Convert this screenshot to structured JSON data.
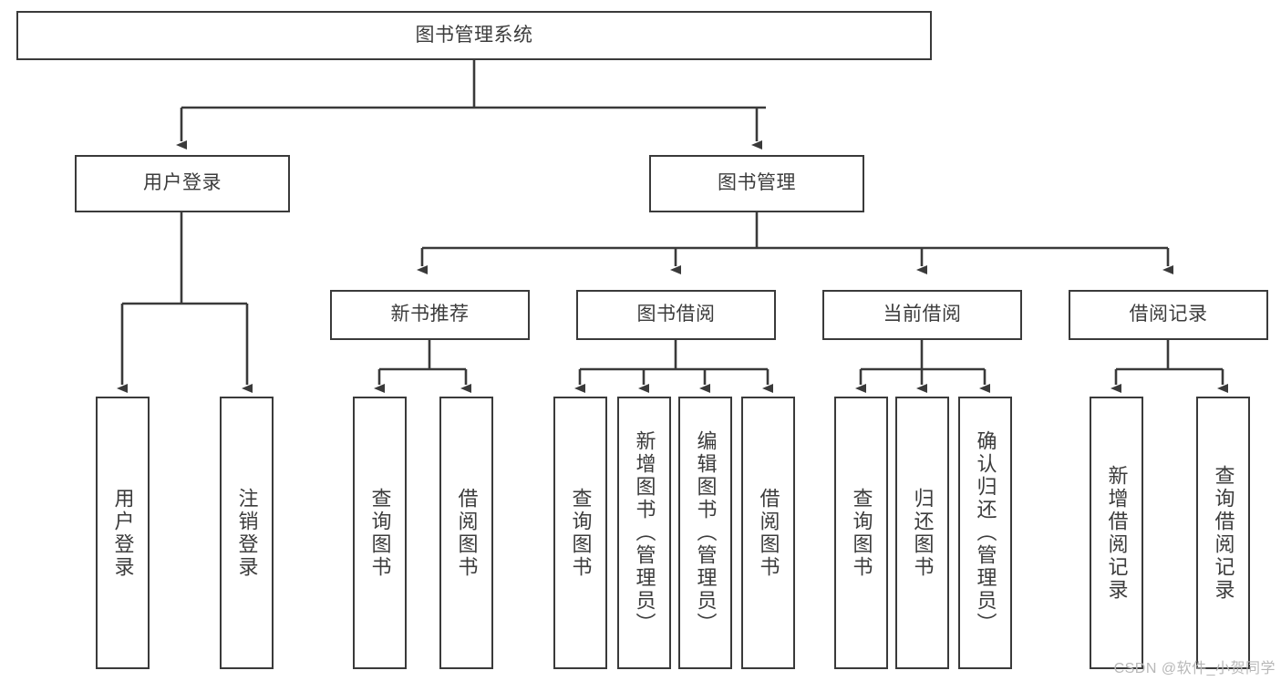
{
  "diagram": {
    "title": "图书管理系统",
    "root": {
      "label": "图书管理系统"
    },
    "level1": [
      {
        "label": "用户登录"
      },
      {
        "label": "图书管理"
      }
    ],
    "level2": [
      {
        "label": "新书推荐"
      },
      {
        "label": "图书借阅"
      },
      {
        "label": "当前借阅"
      },
      {
        "label": "借阅记录"
      }
    ],
    "leaves": {
      "user_login": [
        {
          "label": "用户登录"
        },
        {
          "label": "注销登录"
        }
      ],
      "new_book_recommend": [
        {
          "label": "查询图书"
        },
        {
          "label": "借阅图书"
        }
      ],
      "book_borrow": [
        {
          "label": "查询图书"
        },
        {
          "label": "新增图书（管理员）"
        },
        {
          "label": "编辑图书（管理员）"
        },
        {
          "label": "借阅图书"
        }
      ],
      "current_borrow": [
        {
          "label": "查询图书"
        },
        {
          "label": "归还图书"
        },
        {
          "label": "确认归还（管理员）"
        }
      ],
      "borrow_record": [
        {
          "label": "新增借阅记录"
        },
        {
          "label": "查询借阅记录"
        }
      ]
    }
  },
  "watermark": {
    "text": "CSDN @软件_小贺同学"
  },
  "colors": {
    "border": "#3a3a3a",
    "text": "#3c3c3c",
    "background": "#ffffff",
    "watermark": "#b8b8b8"
  }
}
